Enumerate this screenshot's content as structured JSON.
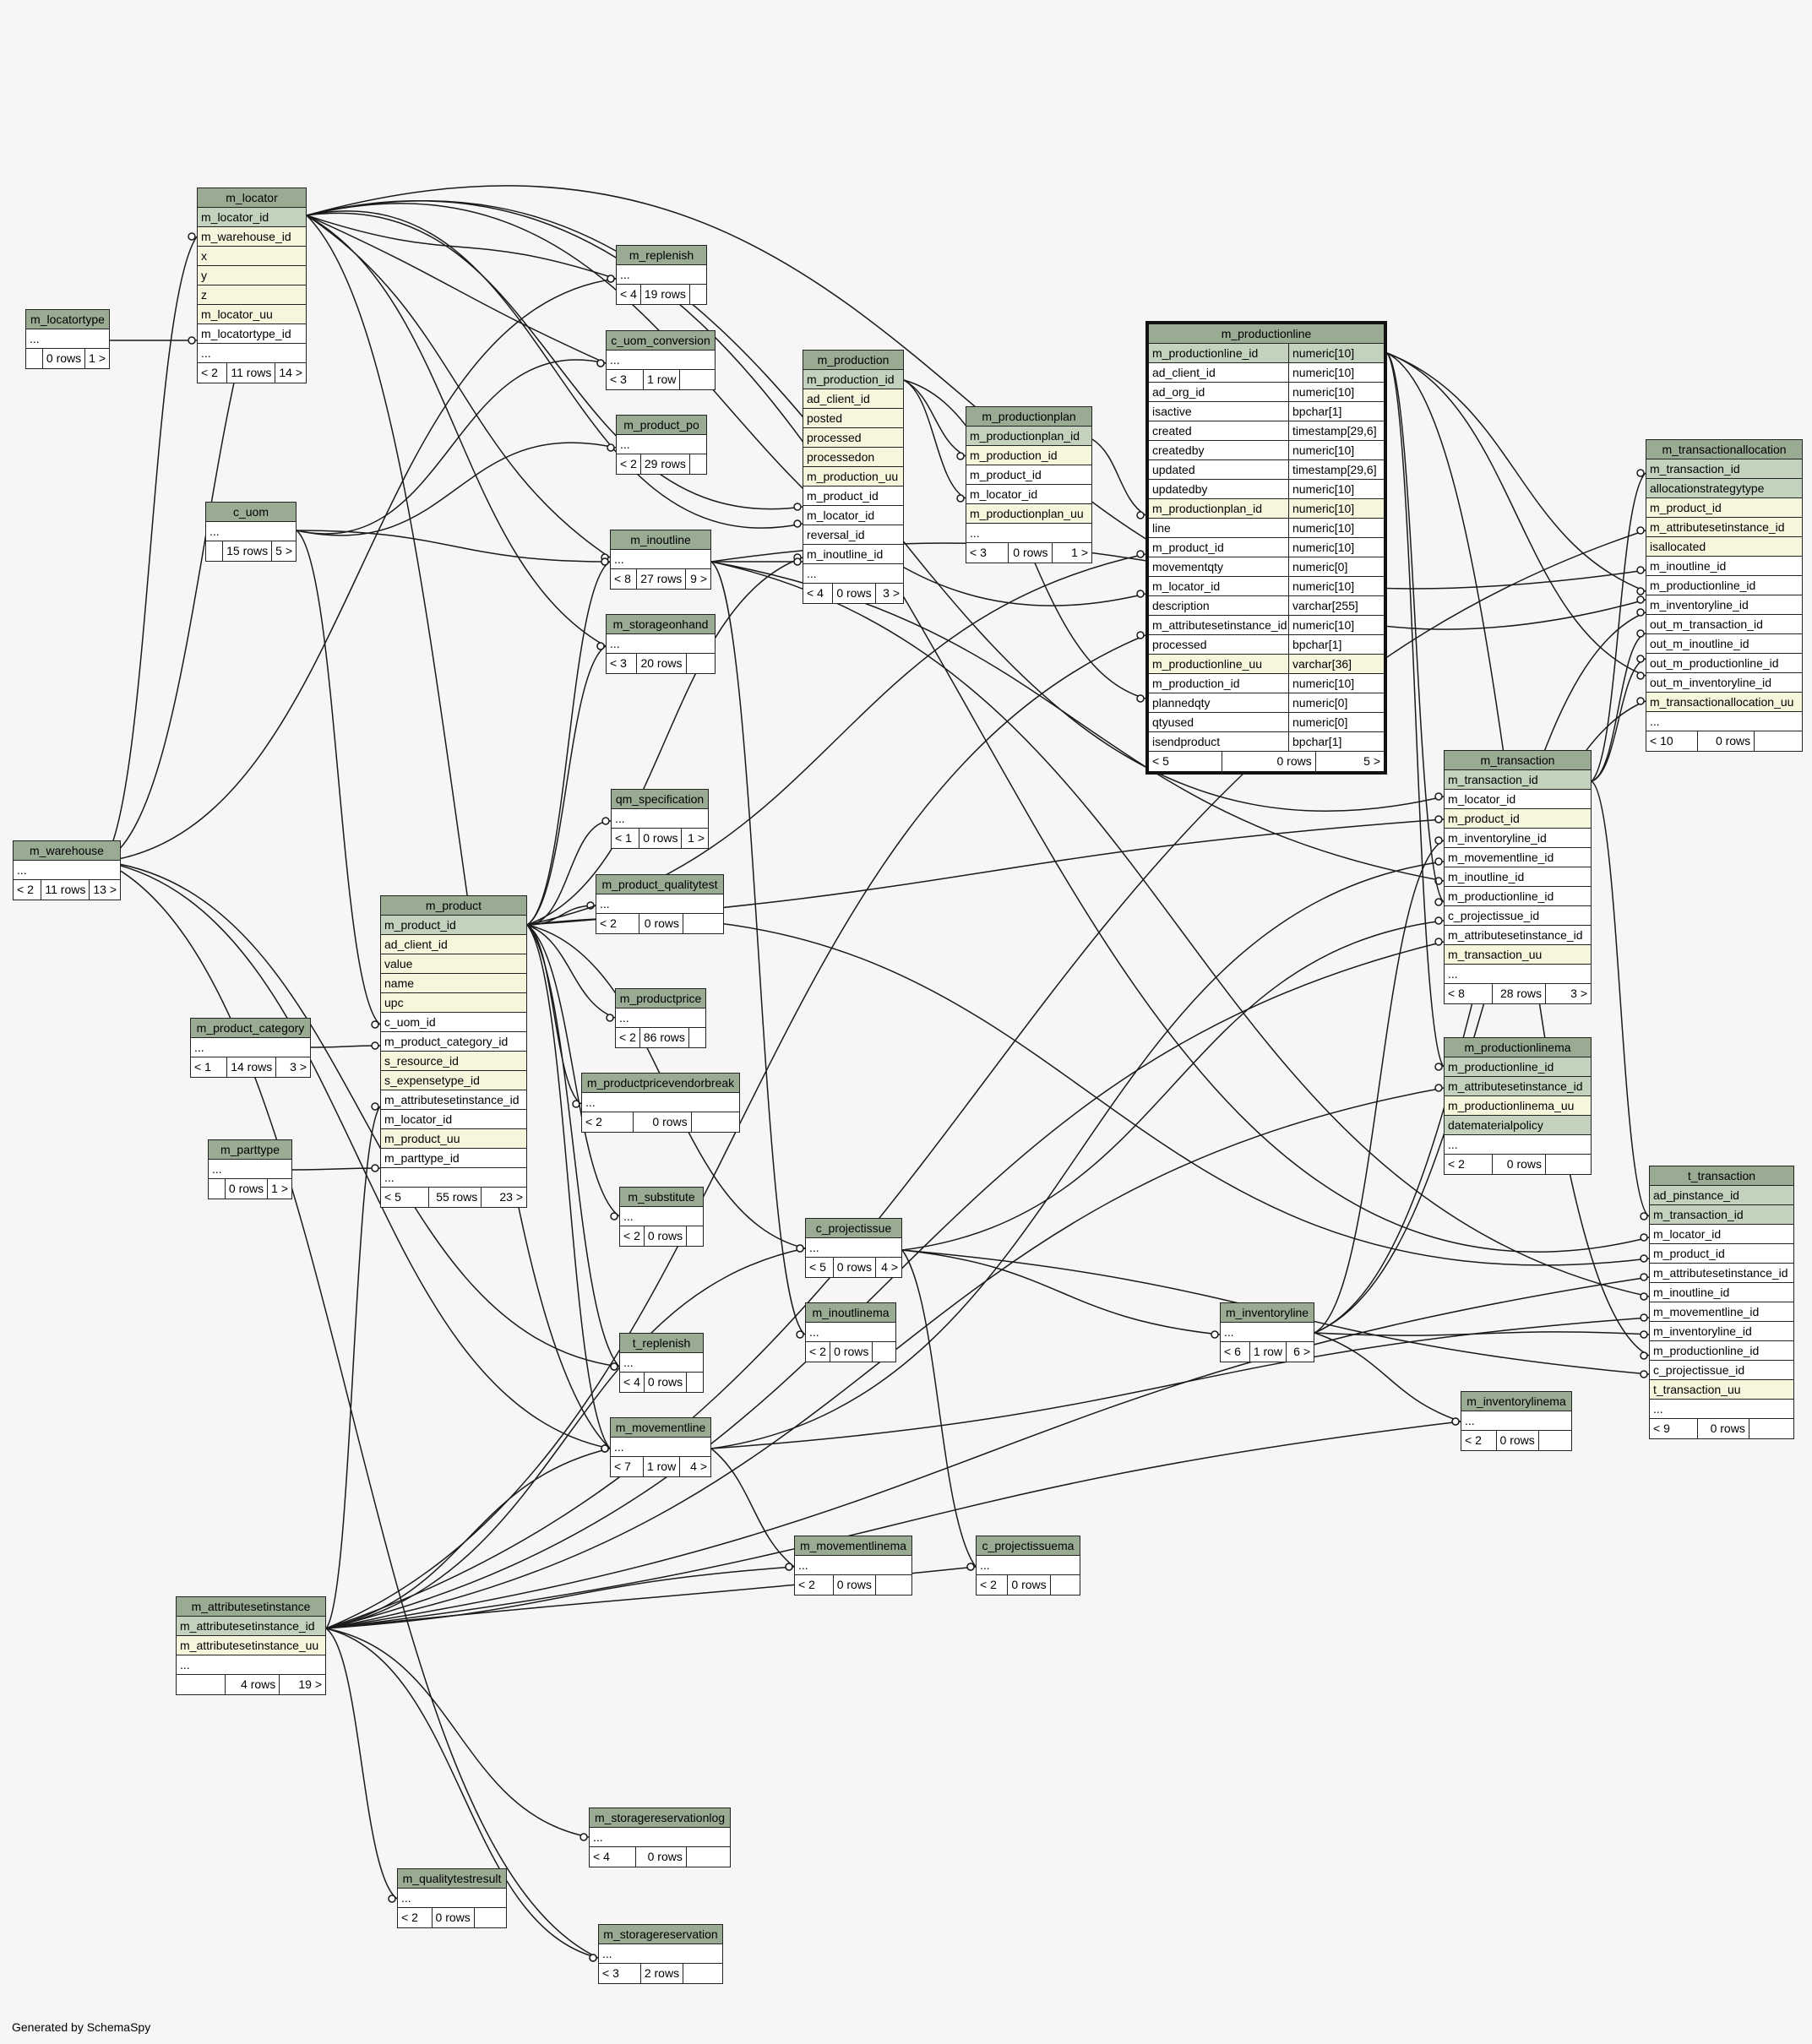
{
  "credit": "Generated by SchemaSpy",
  "tables": [
    {
      "id": "m_locator",
      "title": "m_locator",
      "rows": [
        {
          "c": "m_locator_id",
          "k": "pk"
        },
        {
          "c": "m_warehouse_id",
          "k": "fk"
        },
        {
          "c": "x",
          "k": "fk"
        },
        {
          "c": "y",
          "k": "fk"
        },
        {
          "c": "z",
          "k": "fk"
        },
        {
          "c": "m_locator_uu",
          "k": "fk"
        },
        {
          "c": "m_locatortype_id",
          "k": "pl"
        },
        {
          "c": "...",
          "k": "pl"
        }
      ],
      "foot": [
        "< 2",
        "11 rows",
        "14 >"
      ]
    },
    {
      "id": "m_locatortype",
      "title": "m_locatortype",
      "rows": [
        {
          "c": "...",
          "k": "pl"
        }
      ],
      "foot": [
        "",
        "0 rows",
        "1 >"
      ]
    },
    {
      "id": "m_warehouse",
      "title": "m_warehouse",
      "rows": [
        {
          "c": "...",
          "k": "pl"
        }
      ],
      "foot": [
        "< 2",
        "11 rows",
        "13 >"
      ]
    },
    {
      "id": "c_uom",
      "title": "c_uom",
      "rows": [
        {
          "c": "...",
          "k": "pl"
        }
      ],
      "foot": [
        "",
        "15 rows",
        "5 >"
      ]
    },
    {
      "id": "m_product_category",
      "title": "m_product_category",
      "rows": [
        {
          "c": "...",
          "k": "pl"
        }
      ],
      "foot": [
        "< 1",
        "14 rows",
        "3 >"
      ]
    },
    {
      "id": "m_parttype",
      "title": "m_parttype",
      "rows": [
        {
          "c": "...",
          "k": "pl"
        }
      ],
      "foot": [
        "",
        "0 rows",
        "1 >"
      ]
    },
    {
      "id": "m_attributesetinstance",
      "title": "m_attributesetinstance",
      "rows": [
        {
          "c": "m_attributesetinstance_id",
          "k": "pk"
        },
        {
          "c": "m_attributesetinstance_uu",
          "k": "fk"
        },
        {
          "c": "...",
          "k": "pl"
        }
      ],
      "foot": [
        "",
        "4 rows",
        "19 >"
      ]
    },
    {
      "id": "m_product",
      "title": "m_product",
      "rows": [
        {
          "c": "m_product_id",
          "k": "pk"
        },
        {
          "c": "ad_client_id",
          "k": "fk"
        },
        {
          "c": "value",
          "k": "fk"
        },
        {
          "c": "name",
          "k": "fk"
        },
        {
          "c": "upc",
          "k": "fk"
        },
        {
          "c": "c_uom_id",
          "k": "pl"
        },
        {
          "c": "m_product_category_id",
          "k": "pl"
        },
        {
          "c": "s_resource_id",
          "k": "fk"
        },
        {
          "c": "s_expensetype_id",
          "k": "fk"
        },
        {
          "c": "m_attributesetinstance_id",
          "k": "pl"
        },
        {
          "c": "m_locator_id",
          "k": "pl"
        },
        {
          "c": "m_product_uu",
          "k": "fk"
        },
        {
          "c": "m_parttype_id",
          "k": "pl"
        },
        {
          "c": "...",
          "k": "pl"
        }
      ],
      "foot": [
        "< 5",
        "55 rows",
        "23 >"
      ]
    },
    {
      "id": "m_replenish",
      "title": "m_replenish",
      "rows": [
        {
          "c": "...",
          "k": "pl"
        }
      ],
      "foot": [
        "< 4",
        "19 rows",
        ""
      ]
    },
    {
      "id": "c_uom_conversion",
      "title": "c_uom_conversion",
      "rows": [
        {
          "c": "...",
          "k": "pl"
        }
      ],
      "foot": [
        "< 3",
        "1 row",
        ""
      ]
    },
    {
      "id": "m_product_po",
      "title": "m_product_po",
      "rows": [
        {
          "c": "...",
          "k": "pl"
        }
      ],
      "foot": [
        "< 2",
        "29 rows",
        ""
      ]
    },
    {
      "id": "m_inoutline",
      "title": "m_inoutline",
      "rows": [
        {
          "c": "...",
          "k": "pl"
        }
      ],
      "foot": [
        "< 8",
        "27 rows",
        "9 >"
      ]
    },
    {
      "id": "m_storageonhand",
      "title": "m_storageonhand",
      "rows": [
        {
          "c": "...",
          "k": "pl"
        }
      ],
      "foot": [
        "< 3",
        "20 rows",
        ""
      ]
    },
    {
      "id": "qm_specification",
      "title": "qm_specification",
      "rows": [
        {
          "c": "...",
          "k": "pl"
        }
      ],
      "foot": [
        "< 1",
        "0 rows",
        "1 >"
      ]
    },
    {
      "id": "m_product_qualitytest",
      "title": "m_product_qualitytest",
      "rows": [
        {
          "c": "...",
          "k": "pl"
        }
      ],
      "foot": [
        "< 2",
        "0 rows",
        ""
      ]
    },
    {
      "id": "m_productprice",
      "title": "m_productprice",
      "rows": [
        {
          "c": "...",
          "k": "pl"
        }
      ],
      "foot": [
        "< 2",
        "86 rows",
        ""
      ]
    },
    {
      "id": "m_productpricevendorbreak",
      "title": "m_productpricevendorbreak",
      "rows": [
        {
          "c": "...",
          "k": "pl"
        }
      ],
      "foot": [
        "< 2",
        "0 rows",
        ""
      ]
    },
    {
      "id": "m_substitute",
      "title": "m_substitute",
      "rows": [
        {
          "c": "...",
          "k": "pl"
        }
      ],
      "foot": [
        "< 2",
        "0 rows",
        ""
      ]
    },
    {
      "id": "t_replenish",
      "title": "t_replenish",
      "rows": [
        {
          "c": "...",
          "k": "pl"
        }
      ],
      "foot": [
        "< 4",
        "0 rows",
        ""
      ]
    },
    {
      "id": "m_movementline",
      "title": "m_movementline",
      "rows": [
        {
          "c": "...",
          "k": "pl"
        }
      ],
      "foot": [
        "< 7",
        "1 row",
        "4 >"
      ]
    },
    {
      "id": "m_storagereservationlog",
      "title": "m_storagereservationlog",
      "rows": [
        {
          "c": "...",
          "k": "pl"
        }
      ],
      "foot": [
        "< 4",
        "0 rows",
        ""
      ]
    },
    {
      "id": "m_qualitytestresult",
      "title": "m_qualitytestresult",
      "rows": [
        {
          "c": "...",
          "k": "pl"
        }
      ],
      "foot": [
        "< 2",
        "0 rows",
        ""
      ]
    },
    {
      "id": "m_storagereservation",
      "title": "m_storagereservation",
      "rows": [
        {
          "c": "...",
          "k": "pl"
        }
      ],
      "foot": [
        "< 3",
        "2 rows",
        ""
      ]
    },
    {
      "id": "m_production",
      "title": "m_production",
      "rows": [
        {
          "c": "m_production_id",
          "k": "pk"
        },
        {
          "c": "ad_client_id",
          "k": "fk"
        },
        {
          "c": "posted",
          "k": "fk"
        },
        {
          "c": "processed",
          "k": "fk"
        },
        {
          "c": "processedon",
          "k": "fk"
        },
        {
          "c": "m_production_uu",
          "k": "fk"
        },
        {
          "c": "m_product_id",
          "k": "pl"
        },
        {
          "c": "m_locator_id",
          "k": "pl"
        },
        {
          "c": "reversal_id",
          "k": "pl"
        },
        {
          "c": "m_inoutline_id",
          "k": "pl"
        },
        {
          "c": "...",
          "k": "pl"
        }
      ],
      "foot": [
        "< 4",
        "0 rows",
        "3 >"
      ]
    },
    {
      "id": "m_productionplan",
      "title": "m_productionplan",
      "rows": [
        {
          "c": "m_productionplan_id",
          "k": "pk"
        },
        {
          "c": "m_production_id",
          "k": "fk"
        },
        {
          "c": "m_product_id",
          "k": "pl"
        },
        {
          "c": "m_locator_id",
          "k": "pl"
        },
        {
          "c": "m_productionplan_uu",
          "k": "fk"
        },
        {
          "c": "...",
          "k": "pl"
        }
      ],
      "foot": [
        "< 3",
        "0 rows",
        "1 >"
      ]
    },
    {
      "id": "c_projectissue",
      "title": "c_projectissue",
      "rows": [
        {
          "c": "...",
          "k": "pl"
        }
      ],
      "foot": [
        "< 5",
        "0 rows",
        "4 >"
      ]
    },
    {
      "id": "m_inoutlinema",
      "title": "m_inoutlinema",
      "rows": [
        {
          "c": "...",
          "k": "pl"
        }
      ],
      "foot": [
        "< 2",
        "0 rows",
        ""
      ]
    },
    {
      "id": "m_movementlinema",
      "title": "m_movementlinema",
      "rows": [
        {
          "c": "...",
          "k": "pl"
        }
      ],
      "foot": [
        "< 2",
        "0 rows",
        ""
      ]
    },
    {
      "id": "c_projectissuema",
      "title": "c_projectissuema",
      "rows": [
        {
          "c": "...",
          "k": "pl"
        }
      ],
      "foot": [
        "< 2",
        "0 rows",
        ""
      ]
    },
    {
      "id": "m_productionline",
      "title": "m_productionline",
      "focus": true,
      "rows": [
        {
          "c": "m_productionline_id",
          "t": "numeric[10]",
          "k": "pk"
        },
        {
          "c": "ad_client_id",
          "t": "numeric[10]",
          "k": "pl"
        },
        {
          "c": "ad_org_id",
          "t": "numeric[10]",
          "k": "pl"
        },
        {
          "c": "isactive",
          "t": "bpchar[1]",
          "k": "pl"
        },
        {
          "c": "created",
          "t": "timestamp[29,6]",
          "k": "pl"
        },
        {
          "c": "createdby",
          "t": "numeric[10]",
          "k": "pl"
        },
        {
          "c": "updated",
          "t": "timestamp[29,6]",
          "k": "pl"
        },
        {
          "c": "updatedby",
          "t": "numeric[10]",
          "k": "pl"
        },
        {
          "c": "m_productionplan_id",
          "t": "numeric[10]",
          "k": "fk"
        },
        {
          "c": "line",
          "t": "numeric[10]",
          "k": "pl"
        },
        {
          "c": "m_product_id",
          "t": "numeric[10]",
          "k": "pl"
        },
        {
          "c": "movementqty",
          "t": "numeric[0]",
          "k": "pl"
        },
        {
          "c": "m_locator_id",
          "t": "numeric[10]",
          "k": "pl"
        },
        {
          "c": "description",
          "t": "varchar[255]",
          "k": "pl"
        },
        {
          "c": "m_attributesetinstance_id",
          "t": "numeric[10]",
          "k": "pl"
        },
        {
          "c": "processed",
          "t": "bpchar[1]",
          "k": "pl"
        },
        {
          "c": "m_productionline_uu",
          "t": "varchar[36]",
          "k": "fk"
        },
        {
          "c": "m_production_id",
          "t": "numeric[10]",
          "k": "pl"
        },
        {
          "c": "plannedqty",
          "t": "numeric[0]",
          "k": "pl"
        },
        {
          "c": "qtyused",
          "t": "numeric[0]",
          "k": "pl"
        },
        {
          "c": "isendproduct",
          "t": "bpchar[1]",
          "k": "pl"
        }
      ],
      "foot": [
        "< 5",
        "0 rows",
        "5 >"
      ]
    },
    {
      "id": "m_inventoryline",
      "title": "m_inventoryline",
      "rows": [
        {
          "c": "...",
          "k": "pl"
        }
      ],
      "foot": [
        "< 6",
        "1 row",
        "6 >"
      ]
    },
    {
      "id": "m_inventorylinema",
      "title": "m_inventorylinema",
      "rows": [
        {
          "c": "...",
          "k": "pl"
        }
      ],
      "foot": [
        "< 2",
        "0 rows",
        ""
      ]
    },
    {
      "id": "m_transaction",
      "title": "m_transaction",
      "rows": [
        {
          "c": "m_transaction_id",
          "k": "pk"
        },
        {
          "c": "m_locator_id",
          "k": "pl"
        },
        {
          "c": "m_product_id",
          "k": "fk"
        },
        {
          "c": "m_inventoryline_id",
          "k": "pl"
        },
        {
          "c": "m_movementline_id",
          "k": "pl"
        },
        {
          "c": "m_inoutline_id",
          "k": "pl"
        },
        {
          "c": "m_productionline_id",
          "k": "pl"
        },
        {
          "c": "c_projectissue_id",
          "k": "pl"
        },
        {
          "c": "m_attributesetinstance_id",
          "k": "pl"
        },
        {
          "c": "m_transaction_uu",
          "k": "fk"
        },
        {
          "c": "...",
          "k": "pl"
        }
      ],
      "foot": [
        "< 8",
        "28 rows",
        "3 >"
      ]
    },
    {
      "id": "m_productionlinema",
      "title": "m_productionlinema",
      "rows": [
        {
          "c": "m_productionline_id",
          "k": "pk"
        },
        {
          "c": "m_attributesetinstance_id",
          "k": "pk"
        },
        {
          "c": "m_productionlinema_uu",
          "k": "fk"
        },
        {
          "c": "datematerialpolicy",
          "k": "pk"
        },
        {
          "c": "...",
          "k": "pl"
        }
      ],
      "foot": [
        "< 2",
        "0 rows",
        ""
      ]
    },
    {
      "id": "m_transactionallocation",
      "title": "m_transactionallocation",
      "rows": [
        {
          "c": "m_transaction_id",
          "k": "pk"
        },
        {
          "c": "allocationstrategytype",
          "k": "pk"
        },
        {
          "c": "m_product_id",
          "k": "fk"
        },
        {
          "c": "m_attributesetinstance_id",
          "k": "fk"
        },
        {
          "c": "isallocated",
          "k": "fk"
        },
        {
          "c": "m_inoutline_id",
          "k": "pl"
        },
        {
          "c": "m_productionline_id",
          "k": "pl"
        },
        {
          "c": "m_inventoryline_id",
          "k": "pl"
        },
        {
          "c": "out_m_transaction_id",
          "k": "pl"
        },
        {
          "c": "out_m_inoutline_id",
          "k": "pl"
        },
        {
          "c": "out_m_productionline_id",
          "k": "pl"
        },
        {
          "c": "out_m_inventoryline_id",
          "k": "pl"
        },
        {
          "c": "m_transactionallocation_uu",
          "k": "fk"
        },
        {
          "c": "...",
          "k": "pl"
        }
      ],
      "foot": [
        "< 10",
        "0 rows",
        ""
      ]
    },
    {
      "id": "t_transaction",
      "title": "t_transaction",
      "rows": [
        {
          "c": "ad_pinstance_id",
          "k": "pk"
        },
        {
          "c": "m_transaction_id",
          "k": "pk"
        },
        {
          "c": "m_locator_id",
          "k": "pl"
        },
        {
          "c": "m_product_id",
          "k": "pl"
        },
        {
          "c": "m_attributesetinstance_id",
          "k": "pl"
        },
        {
          "c": "m_inoutline_id",
          "k": "pl"
        },
        {
          "c": "m_movementline_id",
          "k": "pl"
        },
        {
          "c": "m_inventoryline_id",
          "k": "pl"
        },
        {
          "c": "m_productionline_id",
          "k": "pl"
        },
        {
          "c": "c_projectissue_id",
          "k": "pl"
        },
        {
          "c": "t_transaction_uu",
          "k": "fk"
        },
        {
          "c": "...",
          "k": "pl"
        }
      ],
      "foot": [
        "< 9",
        "0 rows",
        ""
      ]
    }
  ]
}
